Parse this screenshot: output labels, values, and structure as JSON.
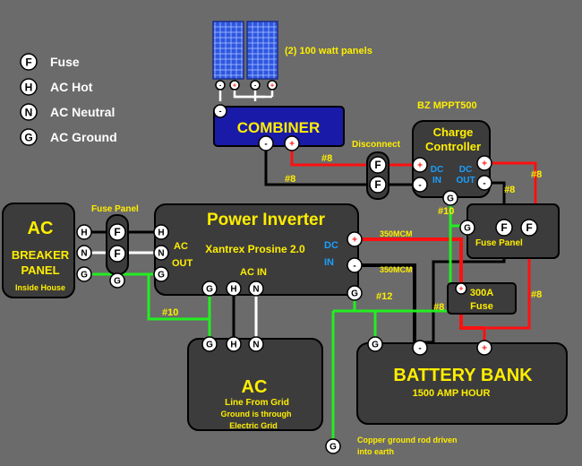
{
  "legend": [
    {
      "symbol": "F",
      "label": "Fuse"
    },
    {
      "symbol": "H",
      "label": "AC Hot"
    },
    {
      "symbol": "N",
      "label": "AC Neutral"
    },
    {
      "symbol": "G",
      "label": "AC Ground"
    }
  ],
  "panels": {
    "label": "(2) 100 watt panels"
  },
  "combiner": {
    "title": "COMBINER"
  },
  "charge_controller": {
    "model": "BZ MPPT500",
    "title_line1": "Charge",
    "title_line2": "Controller",
    "dc_in_1": "DC",
    "dc_in_2": "IN",
    "dc_out_1": "DC",
    "dc_out_2": "OUT"
  },
  "disconnect": {
    "label": "Disconnect"
  },
  "fuse_panel_left": {
    "label": "Fuse Panel"
  },
  "fuse_panel_right": {
    "label": "Fuse Panel"
  },
  "breaker_panel": {
    "title": "AC",
    "line1": "BREAKER",
    "line2": "PANEL",
    "line3": "Inside House"
  },
  "inverter": {
    "title": "Power  Inverter",
    "model": "Xantrex Prosine 2.0",
    "ac_out_1": "AC",
    "ac_out_2": "OUT",
    "ac_in": "AC  IN",
    "dc_1": "DC",
    "dc_2": "IN"
  },
  "grid": {
    "title": "AC",
    "line1": "Line From Grid",
    "line2": "Ground is through",
    "line3": "Electric Grid"
  },
  "battery": {
    "title": "BATTERY BANK",
    "subtitle": "1500 AMP HOUR"
  },
  "fuse300": {
    "line1": "300A",
    "line2": "Fuse"
  },
  "ground_rod": {
    "line1": "Copper ground rod driven",
    "line2": "into earth"
  },
  "wire_labels": {
    "w8_top": "#8",
    "w8_combiner": "#8",
    "w8_right": "#8",
    "w8_cc": "#8",
    "w8_right_low": "#8",
    "w8_battery": "#8",
    "w10_cc": "#10",
    "w10_left": "#10",
    "w12": "#12",
    "mcm_top": "350MCM",
    "mcm_bottom": "350MCM"
  },
  "terminals": {
    "pos": "+",
    "neg": "-",
    "fuse": "F",
    "hot": "H",
    "neutral": "N",
    "ground": "G"
  },
  "colors": {
    "background": "#6b6b6b",
    "box": "#3c3c3c",
    "combiner": "#1a1aa8",
    "label_yellow": "#ffee00",
    "wire_red": "#ff1010",
    "wire_green": "#22ee22",
    "wire_black": "#000000",
    "wire_white": "#ffffff",
    "panel_blue": "#2e56e0"
  }
}
